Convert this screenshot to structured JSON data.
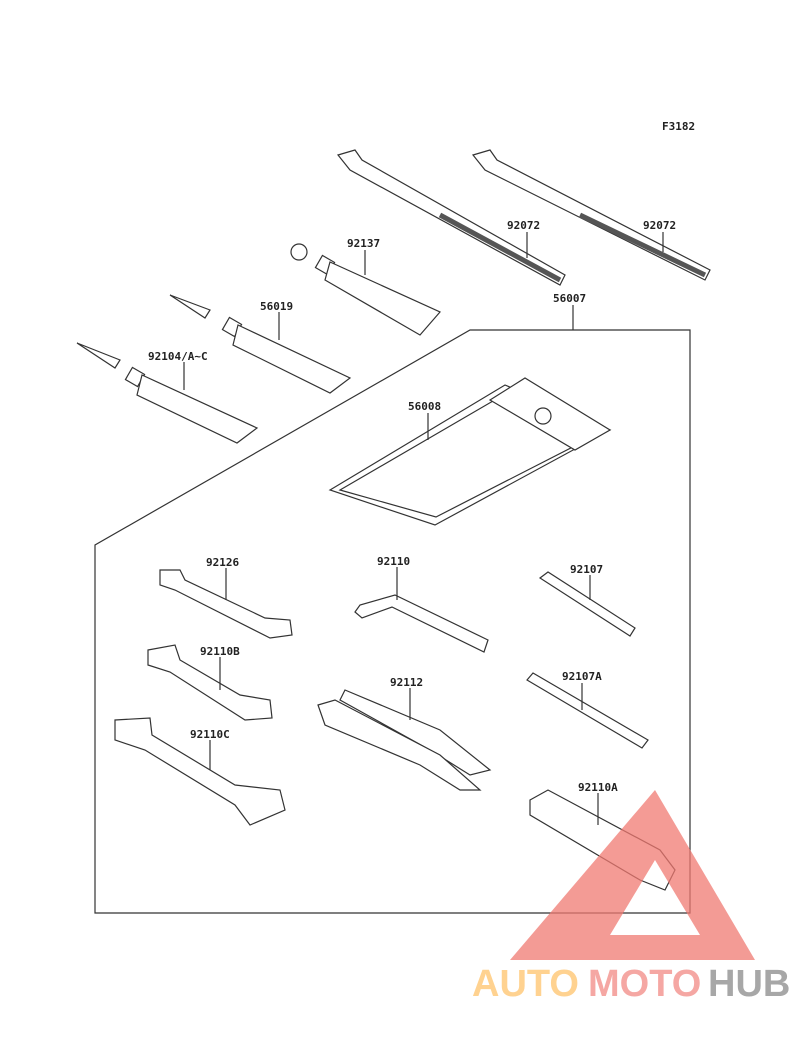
{
  "diagram": {
    "figure_code": "F3182",
    "parts": {
      "band_1": "92072",
      "band_2": "92072",
      "tube_92137": "92137",
      "tube_56019": "56019",
      "tube_92104": "92104/A~C",
      "tool_kit": "56007",
      "tool_bag": "56008",
      "wrench_92126": "92126",
      "hex_wrench": "92110",
      "screwdriver_92107": "92107",
      "wrench_92110B": "92110B",
      "pliers": "92112",
      "screwdriver_92107A": "92107A",
      "wrench_92110C": "92110C",
      "plug_wrench": "92110A"
    }
  },
  "watermark": {
    "part1": "AUTO",
    "part2": "MOTO",
    "part3": "HUB",
    "colors": {
      "auto": "#ffc36b",
      "moto": "#f28a85",
      "hub": "#8a8a8a",
      "triangle": "#f07a72"
    }
  }
}
